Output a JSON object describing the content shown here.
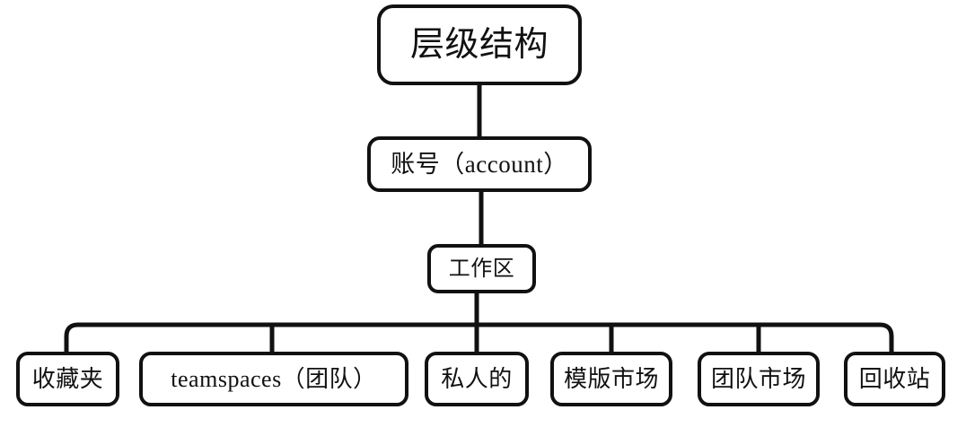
{
  "diagram": {
    "title_text": "层级结构",
    "type": "tree",
    "background_color": "#ffffff",
    "line_color": "#111111",
    "node_fill": "#ffffff",
    "nodes": {
      "root": {
        "label": "层级结构",
        "level": 0
      },
      "account": {
        "label": "账号（account）",
        "level": 1
      },
      "workspace": {
        "label": "工作区",
        "level": 2
      }
    },
    "leaves": [
      {
        "label": "收藏夹"
      },
      {
        "label": "teamspaces（团队）"
      },
      {
        "label": "私人的"
      },
      {
        "label": "模版市场"
      },
      {
        "label": "团队市场"
      },
      {
        "label": "回收站"
      }
    ],
    "edges": [
      {
        "from": "层级结构",
        "to": "账号（account）"
      },
      {
        "from": "账号（account）",
        "to": "工作区"
      },
      {
        "from": "工作区",
        "to": "收藏夹"
      },
      {
        "from": "工作区",
        "to": "teamspaces（团队）"
      },
      {
        "from": "工作区",
        "to": "私人的"
      },
      {
        "from": "工作区",
        "to": "模版市场"
      },
      {
        "from": "工作区",
        "to": "团队市场"
      },
      {
        "from": "工作区",
        "to": "回收站"
      }
    ]
  }
}
